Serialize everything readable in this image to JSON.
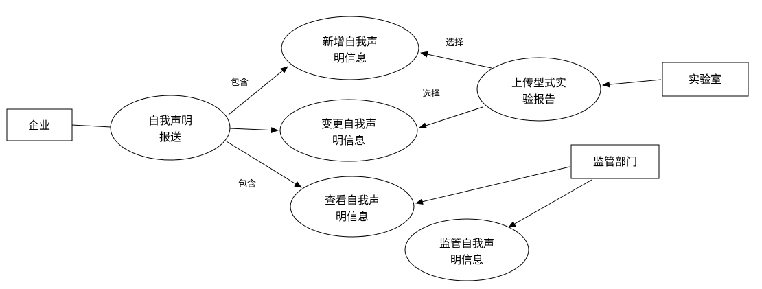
{
  "nodes": {
    "enterprise": {
      "label": "企业"
    },
    "laboratory": {
      "label": "实验室"
    },
    "regulator": {
      "label": "监管部门"
    },
    "submit": {
      "line1": "自我声明",
      "line2": "报送"
    },
    "add": {
      "line1": "新增自我声",
      "line2": "明信息"
    },
    "change": {
      "line1": "变更自我声",
      "line2": "明信息"
    },
    "view": {
      "line1": "查看自我声",
      "line2": "明信息"
    },
    "upload": {
      "line1": "上传型式实",
      "line2": "验报告"
    },
    "supervise": {
      "line1": "监管自我声",
      "line2": "明信息"
    }
  },
  "edge_labels": {
    "include_top": "包含",
    "include_bottom": "包含",
    "select_top": "选择",
    "select_bottom": "选择"
  },
  "colors": {
    "stroke": "#000000",
    "fill": "#ffffff",
    "text": "#000000"
  }
}
